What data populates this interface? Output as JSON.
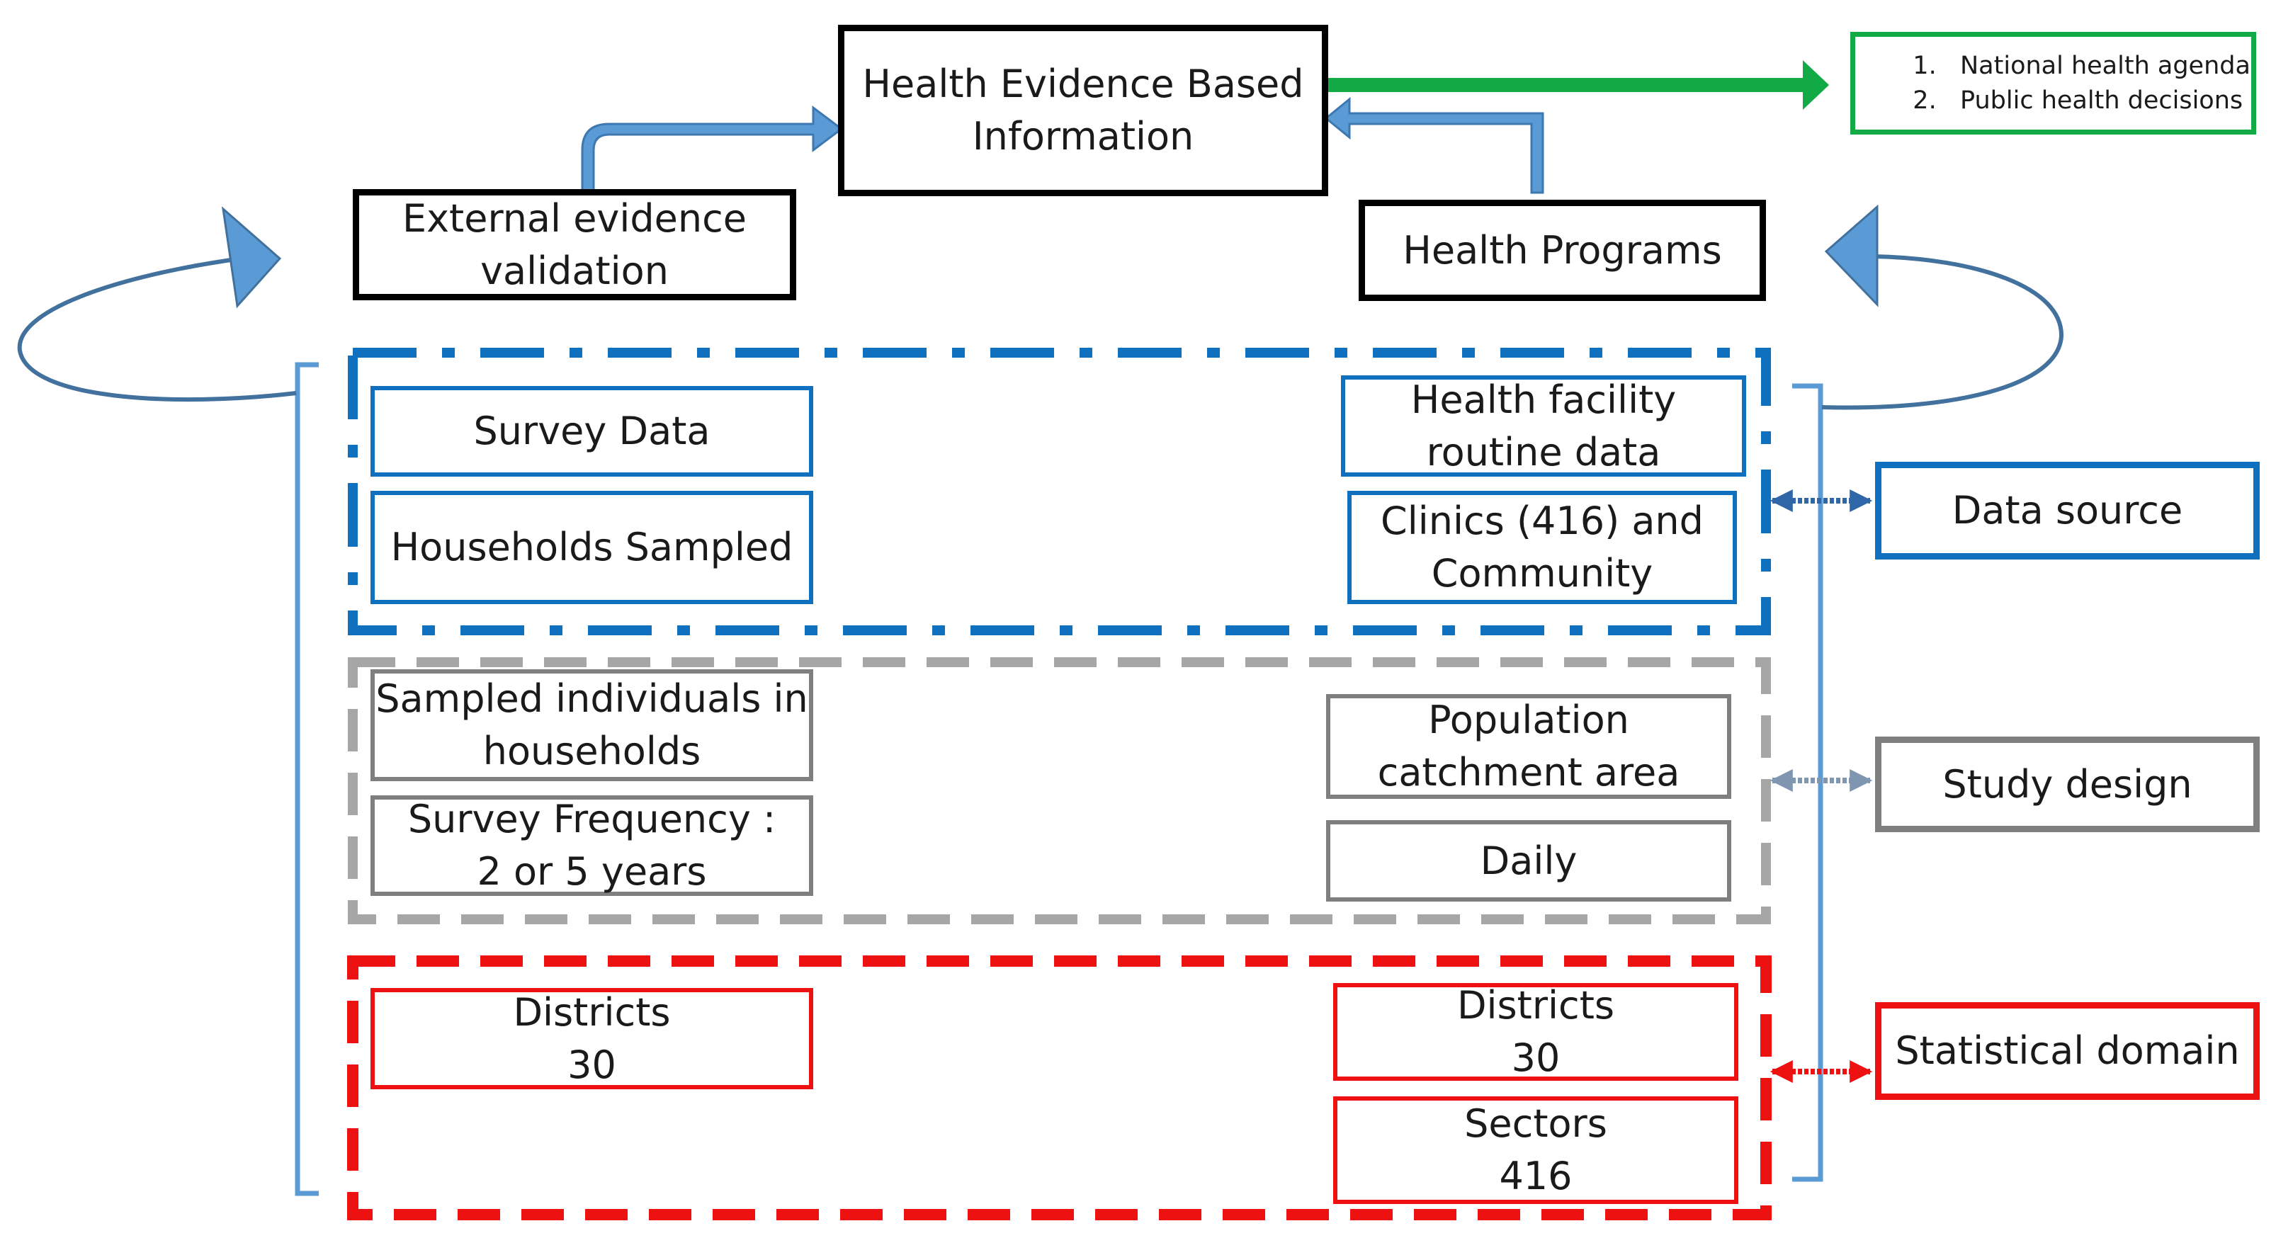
{
  "top": {
    "hebi_line1": "Health Evidence Based",
    "hebi_line2": "Information",
    "external_line1": "External evidence",
    "external_line2": "validation",
    "health_programs": "Health Programs",
    "outcomes": [
      {
        "num": "1.",
        "text": "National health agenda"
      },
      {
        "num": "2.",
        "text": "Public health decisions"
      }
    ]
  },
  "data_source": {
    "label": "Data source",
    "survey": "Survey Data",
    "households": "Households Sampled",
    "facility_line1": "Health facility",
    "facility_line2": "routine data",
    "clinics_line1": "Clinics (416) and",
    "clinics_line2": "Community"
  },
  "study_design": {
    "label": "Study design",
    "sampled_line1": "Sampled individuals in",
    "sampled_line2": "households",
    "freq_line1": "Survey Frequency :",
    "freq_line2": "2 or 5 years",
    "population_line1": "Population",
    "population_line2": "catchment area",
    "daily": "Daily"
  },
  "statistical_domain": {
    "label": "Statistical domain",
    "left_districts_label": "Districts",
    "left_districts_value": "30",
    "right_districts_label": "Districts",
    "right_districts_value": "30",
    "sectors_label": "Sectors",
    "sectors_value": "416"
  },
  "colors": {
    "blue": "#1070c0",
    "gray": "#a6a6a6",
    "red": "#ee1111",
    "green": "#11aa44",
    "arrow_blue": "#5b9bd5"
  }
}
